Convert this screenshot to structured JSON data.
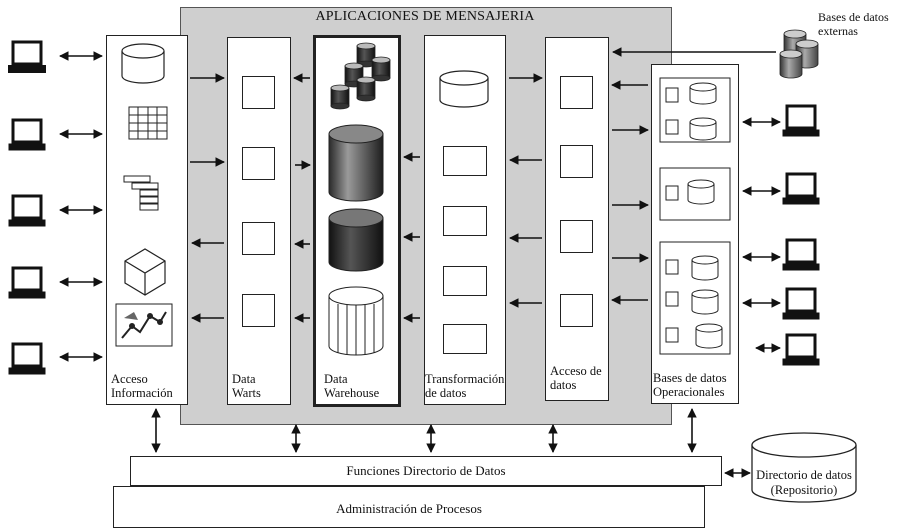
{
  "panel": {
    "title": "APLICACIONES DE MENSAJERIA"
  },
  "columns": {
    "acceso_informacion": [
      "Acceso",
      "Información"
    ],
    "data_warts": [
      "Data",
      "Warts"
    ],
    "data_warehouse": [
      "Data",
      "Warehouse"
    ],
    "transformacion": [
      "Transformación",
      "de datos"
    ],
    "acceso_datos": [
      "Acceso de",
      "datos"
    ],
    "bases_operacionales": [
      "Bases de datos",
      "Operacionales"
    ]
  },
  "external_db": [
    "Bases de datos",
    "externas"
  ],
  "repository": [
    "Directorio de datos",
    "(Repositorio)"
  ],
  "bars": {
    "funciones": "Funciones Directorio de Datos",
    "administracion": "Administración de Procesos"
  }
}
